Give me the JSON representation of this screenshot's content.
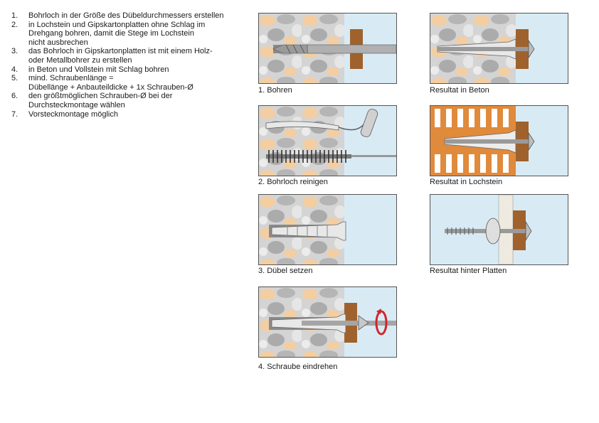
{
  "instructions": [
    {
      "num": "1.",
      "text": "Bohrloch in der Größe des Dübeldurchmessers erstellen"
    },
    {
      "num": "2.",
      "text": "in Lochstein und Gipskartonplatten ohne Schlag im\nDrehgang bohren, damit die Stege im Lochstein\nnicht ausbrechen"
    },
    {
      "num": "3.",
      "text": "das Bohrloch in Gipskartonplatten ist mit einem Holz-\noder Metallbohrer zu erstellen"
    },
    {
      "num": "4.",
      "text": "in Beton und Vollstein mit Schlag bohren"
    },
    {
      "num": "5.",
      "text": "mind. Schraubenlänge =\nDübellänge + Anbauteildicke + 1x Schrauben-Ø"
    },
    {
      "num": "6.",
      "text": "den größtmöglichen Schrauben-Ø bei der\nDurchsteckmontage wählen"
    },
    {
      "num": "7.",
      "text": "Vorsteckmontage möglich"
    }
  ],
  "figures": {
    "drill": {
      "caption": "1. Bohren"
    },
    "clean": {
      "caption": "2. Bohrloch reinigen"
    },
    "insert": {
      "caption": "3. Dübel setzen"
    },
    "screw": {
      "caption": "4. Schraube eindrehen"
    },
    "concrete": {
      "caption": "Resultat in Beton"
    },
    "hollow": {
      "caption": "Resultat in Lochstein"
    },
    "plate": {
      "caption": "Resultat hinter Platten"
    }
  },
  "colors": {
    "stone": "#cfcfcf",
    "pebble": "#f2c99a",
    "sky": "#d8ebf5",
    "wood": "#a0622d",
    "brick": "#e08a3c",
    "arrow": "#d0262a"
  }
}
